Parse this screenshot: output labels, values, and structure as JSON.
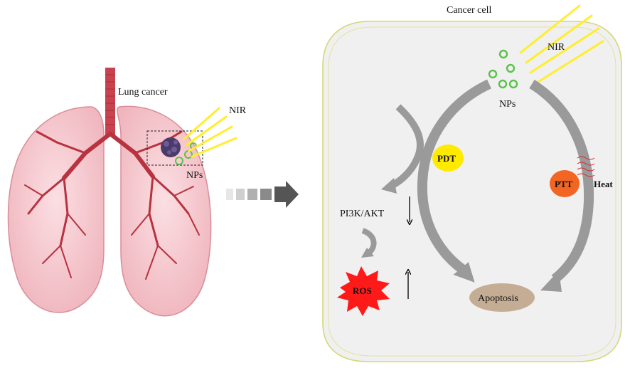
{
  "labels": {
    "lung_cancer": "Lung cancer",
    "nir_left": "NIR",
    "nps_left": "NPs",
    "cancer_cell": "Cancer cell",
    "nir_right": "NIR",
    "nps_right": "NPs",
    "pdt": "PDT",
    "ptt": "PTT",
    "heat": "Heat",
    "pathway": "PI3K/AKT",
    "ros": "ROS",
    "apoptosis": "Apoptosis"
  },
  "colors": {
    "lung_fill": "#f6c9cf",
    "lung_stroke": "#d98d98",
    "trachea": "#c9424f",
    "bronchi": "#b8323f",
    "tumor": "#4a3b6b",
    "np_green": "#5cc24a",
    "nir_yellow": "#ffee2e",
    "cell_fill": "#f0f0f0",
    "cell_stroke": "#d6d77a",
    "arrow_gray": "#9a9a9a",
    "pdt_yellow": "#ffea00",
    "ptt_orange": "#f26522",
    "heat_red": "#e0262b",
    "ros_red": "#ff1a1a",
    "apoptosis_tan": "#c4ad94",
    "block_arrow": "#555555"
  }
}
